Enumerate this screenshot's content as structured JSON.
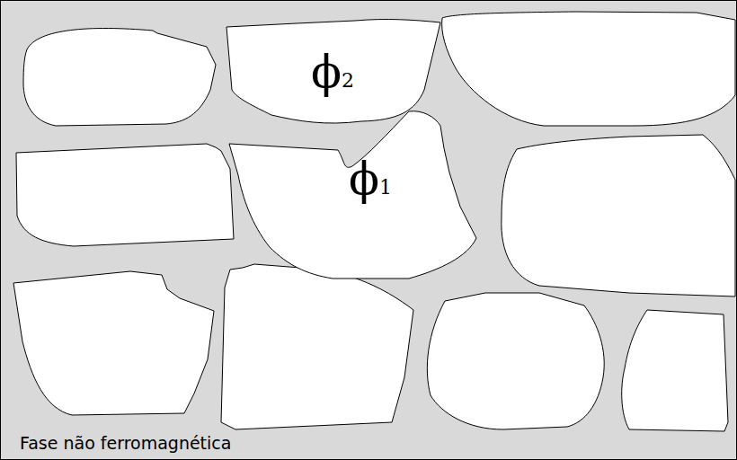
{
  "diagram": {
    "nodes": [
      {
        "text": [
          "ϕ2"
        ]
      },
      {
        "text": [
          "ϕ1"
        ]
      }
    ],
    "labels": [
      "Fase não ferromagnética"
    ]
  }
}
